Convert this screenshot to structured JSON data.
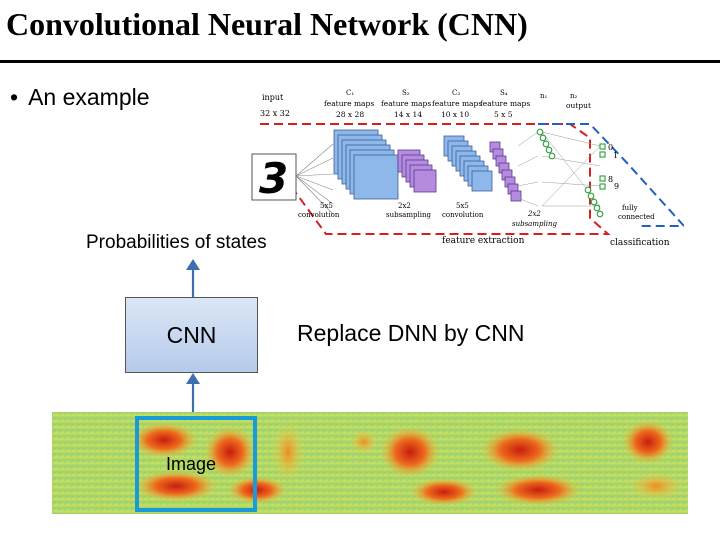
{
  "slide": {
    "title": "Convolutional Neural Network (CNN)",
    "bullet": "An example",
    "prob_label": "Probabilities of states",
    "cnn_label": "CNN",
    "replace_label": "Replace DNN by CNN",
    "image_label": "Image"
  },
  "diagram": {
    "input_label": "input",
    "input_size": "32 x 32",
    "layers": [
      {
        "name": "C₁",
        "caption": "feature maps",
        "size": "28 x 28"
      },
      {
        "name": "S₂",
        "caption": "feature maps",
        "size": "14 x 14"
      },
      {
        "name": "C₃",
        "caption": "feature maps",
        "size": "10 x 10"
      },
      {
        "name": "S₄",
        "caption": "feature maps",
        "size": "5 x 5"
      },
      {
        "name": "n₁",
        "caption": "",
        "size": ""
      },
      {
        "name": "n₂",
        "caption": "output",
        "size": ""
      }
    ],
    "digit": "3",
    "ops": [
      "5x5 convolution",
      "2x2 subsampling",
      "5x5 convolution",
      "2x2 subsampling",
      "fully connected"
    ],
    "feature_extraction": "feature extraction",
    "classification": "classification",
    "output_0": "0",
    "output_1": "1",
    "output_8": "8",
    "output_9": "9"
  },
  "colors": {
    "accent": "#1a9bd7",
    "dash": "#d42020",
    "dash_blue": "#2060c0",
    "map_blue": "#8fb8ea",
    "map_purple": "#b58be0",
    "node_green": "#2a9d3a"
  }
}
